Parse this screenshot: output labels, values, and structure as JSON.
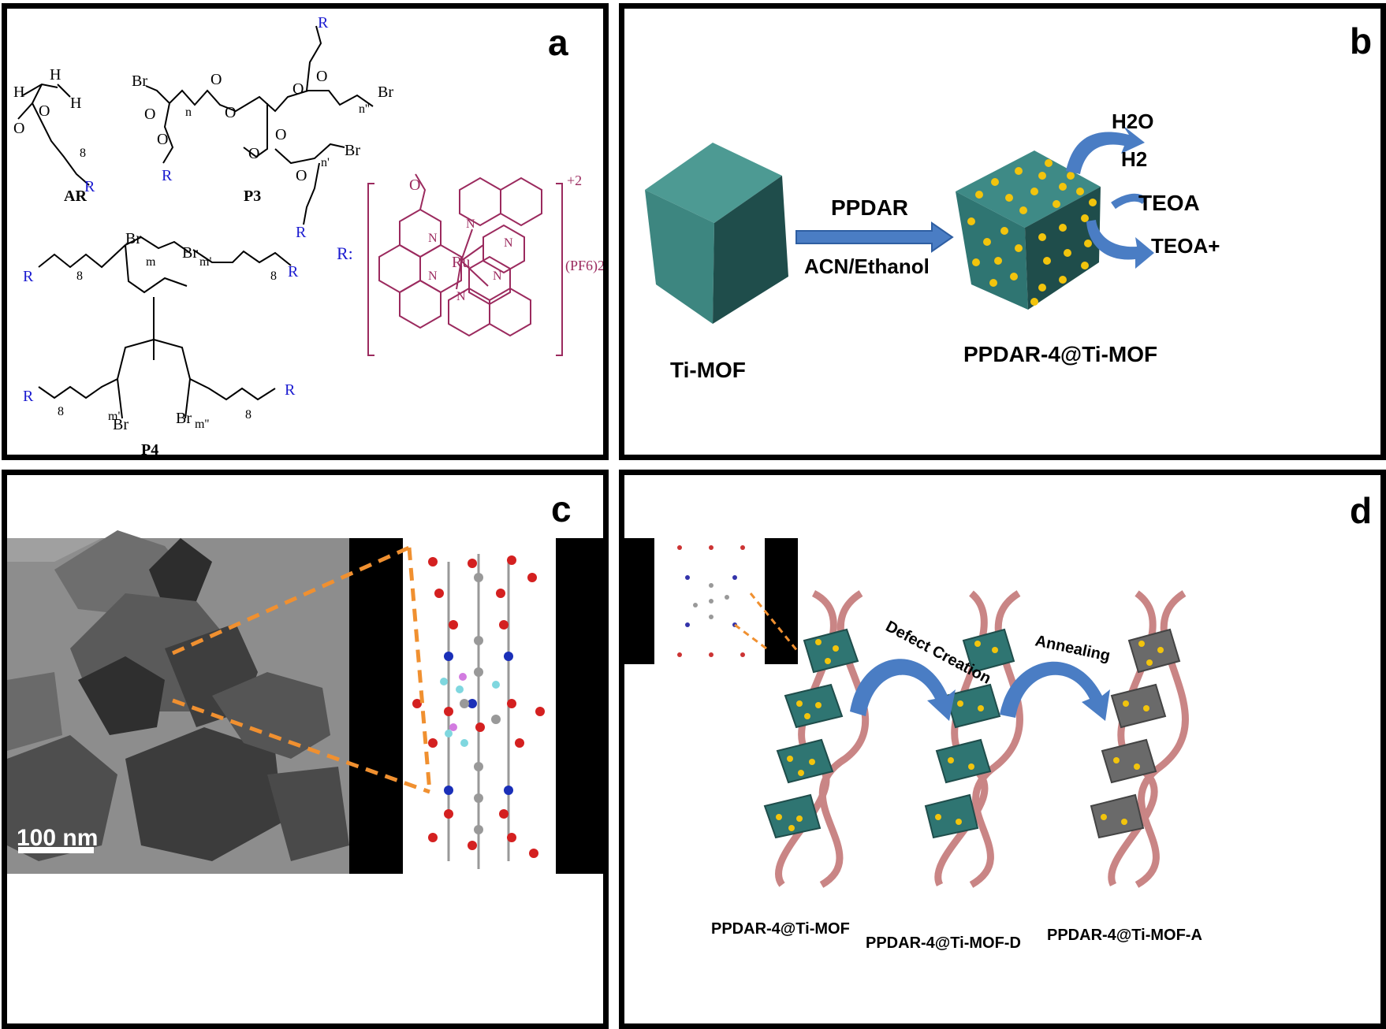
{
  "panels": {
    "a": {
      "label": "a",
      "compounds": {
        "ar": "AR",
        "p3": "P3",
        "p4": "P4"
      },
      "r_label": "R:",
      "complex": {
        "metal": "Ru",
        "charge": "+2",
        "counterion": "(PF6)2"
      },
      "atoms": {
        "h": "H",
        "br": "Br",
        "o": "O",
        "r": "R",
        "n": "N"
      },
      "subscripts": {
        "n": "n",
        "n1": "n'",
        "n2": "n''",
        "m": "m",
        "m1": "m'",
        "m2": "m''",
        "eight": "8"
      }
    },
    "b": {
      "label": "b",
      "reagent": "PPDAR",
      "solvent": "ACN/Ethanol",
      "start": "Ti-MOF",
      "product": "PPDAR-4@Ti-MOF",
      "water": "H2O",
      "hydrogen": "H2",
      "teoa": "TEOA",
      "teoa_plus": "TEOA+"
    },
    "c": {
      "label": "c",
      "scale_bar": "100 nm"
    },
    "d": {
      "label": "d",
      "step1": "Defect Creation",
      "step2": "Annealing",
      "sample1": "PPDAR-4@Ti-MOF",
      "sample2": "PPDAR-4@Ti-MOF-D",
      "sample3": "PPDAR-4@Ti-MOF-A"
    }
  },
  "colors": {
    "border": "#000000",
    "ru_complex": "#9b2a5e",
    "r_group": "#1b1bd0",
    "cube_light": "#3e8a86",
    "cube_dark": "#1f4d4b",
    "arrow": "#4a7dc4",
    "dna": "#c98585",
    "dots": "#f2c40d",
    "dashed": "#f09030"
  }
}
